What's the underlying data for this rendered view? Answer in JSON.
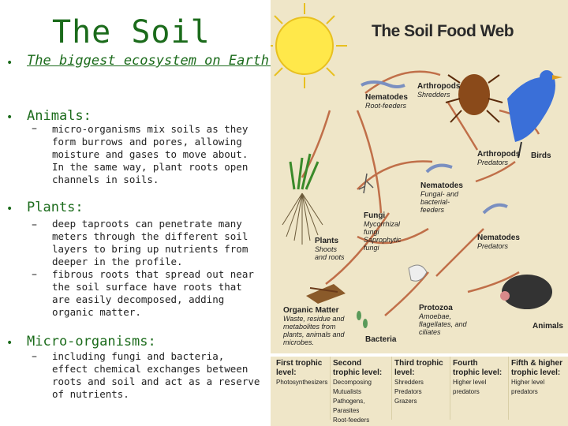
{
  "slide": {
    "title": "The Soil",
    "tagline": "The biggest ecosystem on Earth!",
    "sections": [
      {
        "heading": "Animals:",
        "points": [
          "micro-organisms mix soils as they form burrows and pores, allowing moisture and gases to move about. In the same way, plant roots open channels in soils."
        ]
      },
      {
        "heading": "Plants:",
        "points": [
          "deep taproots can penetrate many meters through the different soil layers to bring up nutrients from deeper in the profile.",
          "fibrous roots that spread out near the soil surface have roots that are easily decomposed, adding organic matter."
        ]
      },
      {
        "heading": "Micro-organisms:",
        "points": [
          "including fungi and bacteria, effect chemical exchanges between roots and soil and act as a reserve of nutrients."
        ]
      }
    ]
  },
  "bullet_char": "•",
  "dash_char": "–",
  "food_web": {
    "title": "The Soil Food Web",
    "labels": {
      "nematodes_root": {
        "name": "Nematodes",
        "desc": "Root-feeders"
      },
      "arthropods_shred": {
        "name": "Arthropods",
        "desc": "Shredders"
      },
      "arthropods_pred": {
        "name": "Arthropods",
        "desc": "Predators"
      },
      "birds": {
        "name": "Birds"
      },
      "nematodes_fungal": {
        "name": "Nematodes",
        "desc": "Fungal- and bacterial-feeders"
      },
      "fungi": {
        "name": "Fungi",
        "desc": "Mycorrhizal fungi Saprophytic fungi"
      },
      "plants": {
        "name": "Plants",
        "desc": "Shoots and roots"
      },
      "nematodes_pred": {
        "name": "Nematodes",
        "desc": "Predators"
      },
      "organic": {
        "name": "Organic Matter",
        "desc": "Waste, residue and metabolites from plants, animals and microbes."
      },
      "protozoa": {
        "name": "Protozoa",
        "desc": "Amoebae, flagellates, and ciliates"
      },
      "bacteria": {
        "name": "Bacteria"
      },
      "animals": {
        "name": "Animals"
      }
    },
    "levels": [
      {
        "head": "First trophic level:",
        "lines": [
          "Photosynthesizers"
        ]
      },
      {
        "head": "Second trophic level:",
        "lines": [
          "Decomposing Mutualists",
          "Pathogens, Parasites",
          "Root-feeders"
        ]
      },
      {
        "head": "Third trophic level:",
        "lines": [
          "Shredders",
          "Predators",
          "Grazers"
        ]
      },
      {
        "head": "Fourth trophic level:",
        "lines": [
          "Higher level predators"
        ]
      },
      {
        "head": "Fifth & higher trophic level:",
        "lines": [
          "Higher level predators"
        ]
      }
    ]
  },
  "colors": {
    "heading_green": "#1b6b1b",
    "panel_bg": "#efe6c8",
    "arrow": "#b5522a",
    "sun": "#ffe84a"
  }
}
